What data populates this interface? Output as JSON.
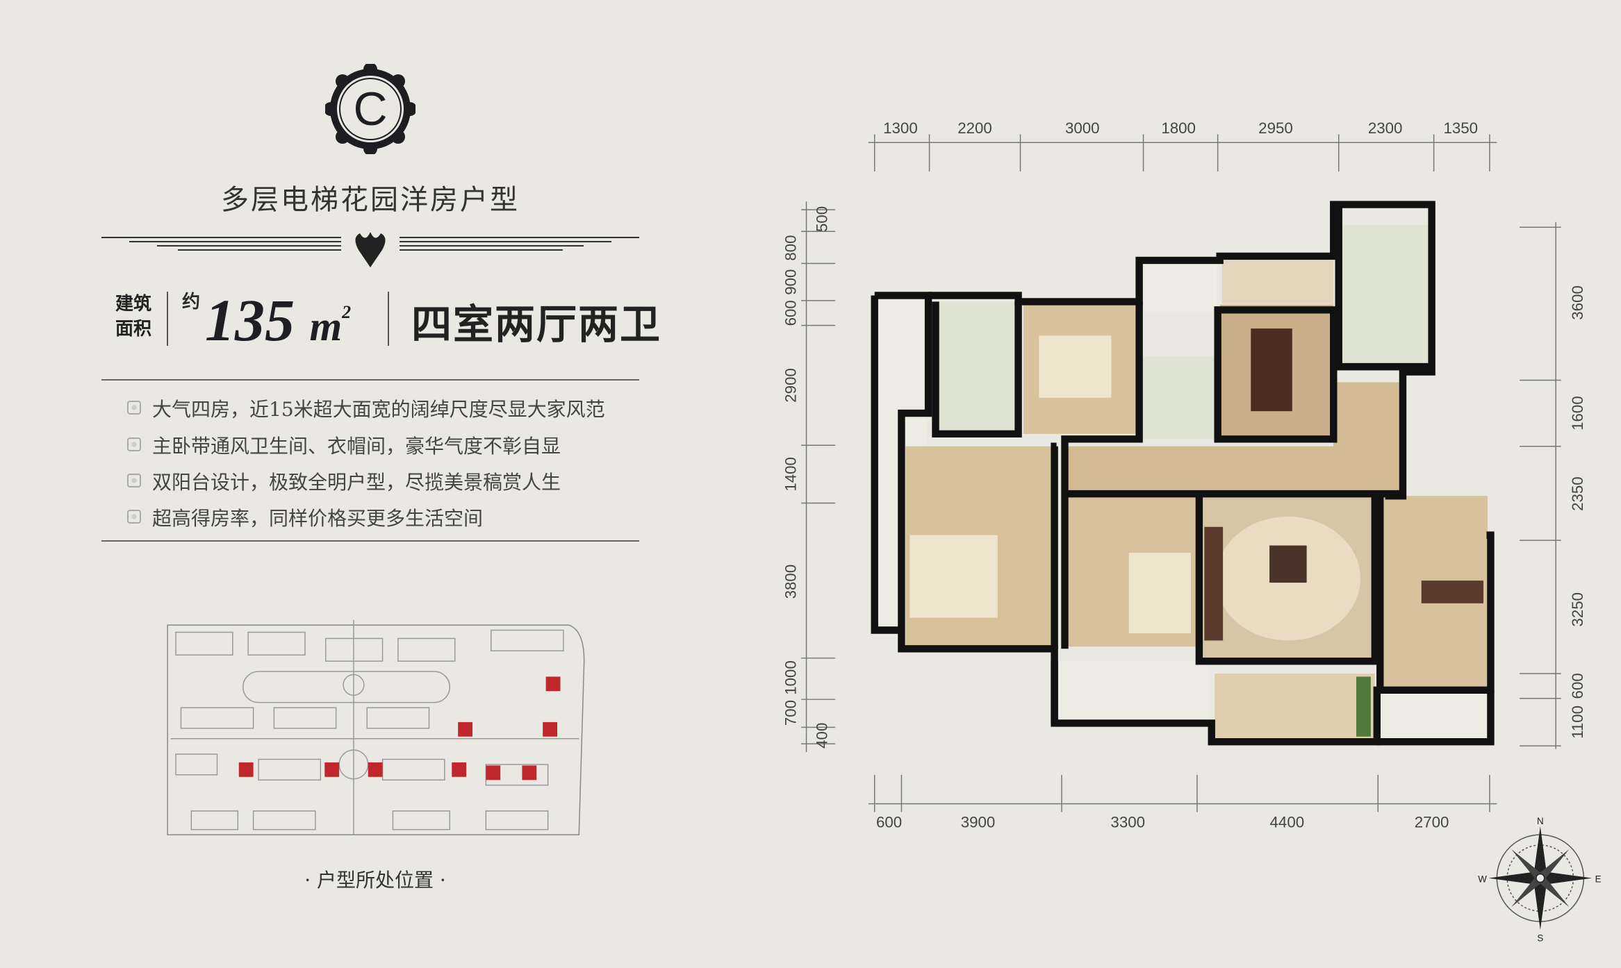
{
  "emblem": {
    "letter": "C"
  },
  "title": "多层电梯花园洋房户型",
  "area": {
    "label_line1": "建筑",
    "label_line2": "面积",
    "approx": "约",
    "value": "135",
    "unit": "m",
    "unit_sup": "2"
  },
  "layout_type": "四室两厅两卫",
  "features": [
    "大气四房，近15米超大面宽的阔绰尺度尽显大家风范",
    "主卧带通风卫生间、衣帽间，豪华气度不彰自显",
    "双阳台设计，极致全明户型，尽揽美景稿赏人生",
    "超高得房率，同样价格买更多生活空间"
  ],
  "site_map_caption": "· 户型所处位置 ·",
  "dimensions": {
    "top": [
      "1300",
      "2200",
      "3000",
      "1800",
      "2950",
      "2300",
      "1350"
    ],
    "bottom": [
      "600",
      "3900",
      "3300",
      "4400",
      "2700"
    ],
    "left": [
      "500",
      "800",
      "900",
      "600",
      "2900",
      "1400",
      "3800",
      "1000",
      "700",
      "400"
    ],
    "right": [
      "3600",
      "1600",
      "2350",
      "3250",
      "600",
      "1100"
    ]
  },
  "compass": {
    "n": "N",
    "s": "S",
    "e": "E",
    "w": "W"
  },
  "colors": {
    "background": "#e9e8e2",
    "wall": "#111111",
    "floor_wood": "#d8c4a0",
    "tile": "#dfe3d2",
    "highlight": "#c0272d"
  }
}
